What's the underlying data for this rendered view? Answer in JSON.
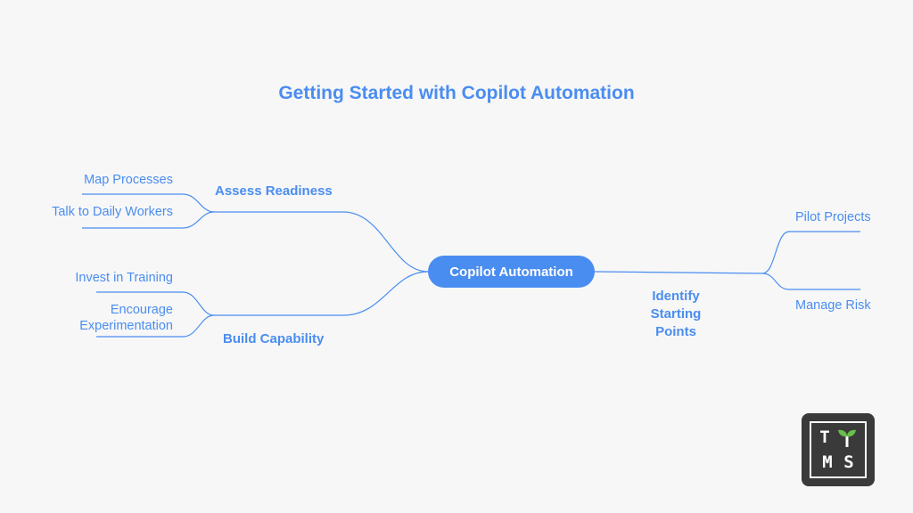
{
  "title": "Getting Started with Copilot Automation",
  "center": "Copilot Automation",
  "branches": {
    "assess": {
      "label": "Assess Readiness",
      "leaves": [
        "Map Processes",
        "Talk to Daily Workers"
      ]
    },
    "build": {
      "label": "Build Capability",
      "leaves": [
        "Invest in Training",
        "Encourage Experimentation"
      ]
    },
    "identify": {
      "label": "Identify Starting Points",
      "leaves": [
        "Pilot Projects",
        "Manage Risk"
      ]
    }
  },
  "logo": {
    "letters": [
      "T",
      "M",
      "S"
    ],
    "sprout_color": "#6abf4b",
    "background": "#3a3a3a"
  },
  "colors": {
    "accent": "#4a8df0",
    "background": "#f7f7f7"
  }
}
